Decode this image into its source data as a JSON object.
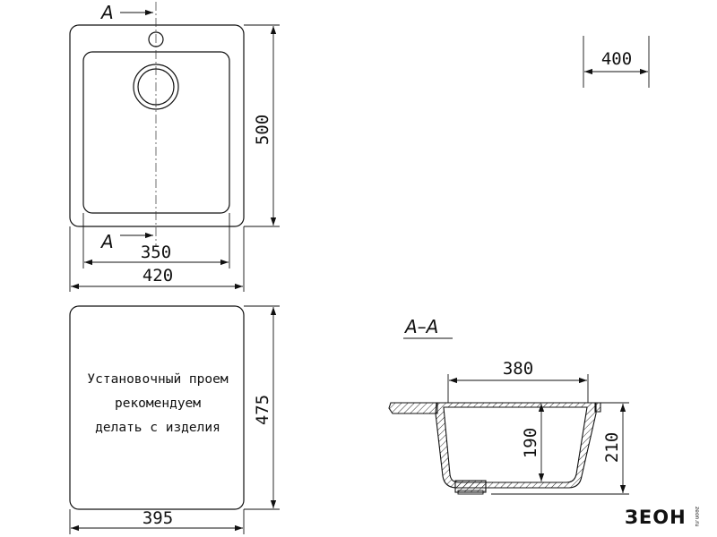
{
  "section_marker": "A",
  "dimensions": {
    "outer_width": "420",
    "bowl_width": "350",
    "outer_height": "500",
    "cabinet": "400",
    "cutout_height": "475",
    "cutout_width": "395",
    "section_inner_width": "380",
    "bowl_depth": "190",
    "total_depth": "210"
  },
  "cutout_note": {
    "line1": "Установочный проем",
    "line2": "рекомендуем",
    "line3": "делать с изделия"
  },
  "section_title": "A–A",
  "logo": {
    "brand": "ЗЕОН",
    "tag": "zeon.ru"
  }
}
